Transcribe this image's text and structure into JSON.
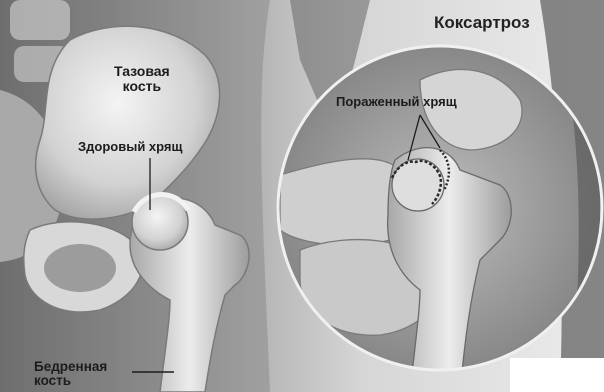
{
  "title": "Коксартроз",
  "labels": {
    "pelvis_line1": "Тазовая",
    "pelvis_line2": "кость",
    "healthy_cartilage": "Здоровый хрящ",
    "affected_cartilage": "Пораженный хрящ",
    "femur_line1": "Бедренная",
    "femur_line2": "кость"
  }
}
